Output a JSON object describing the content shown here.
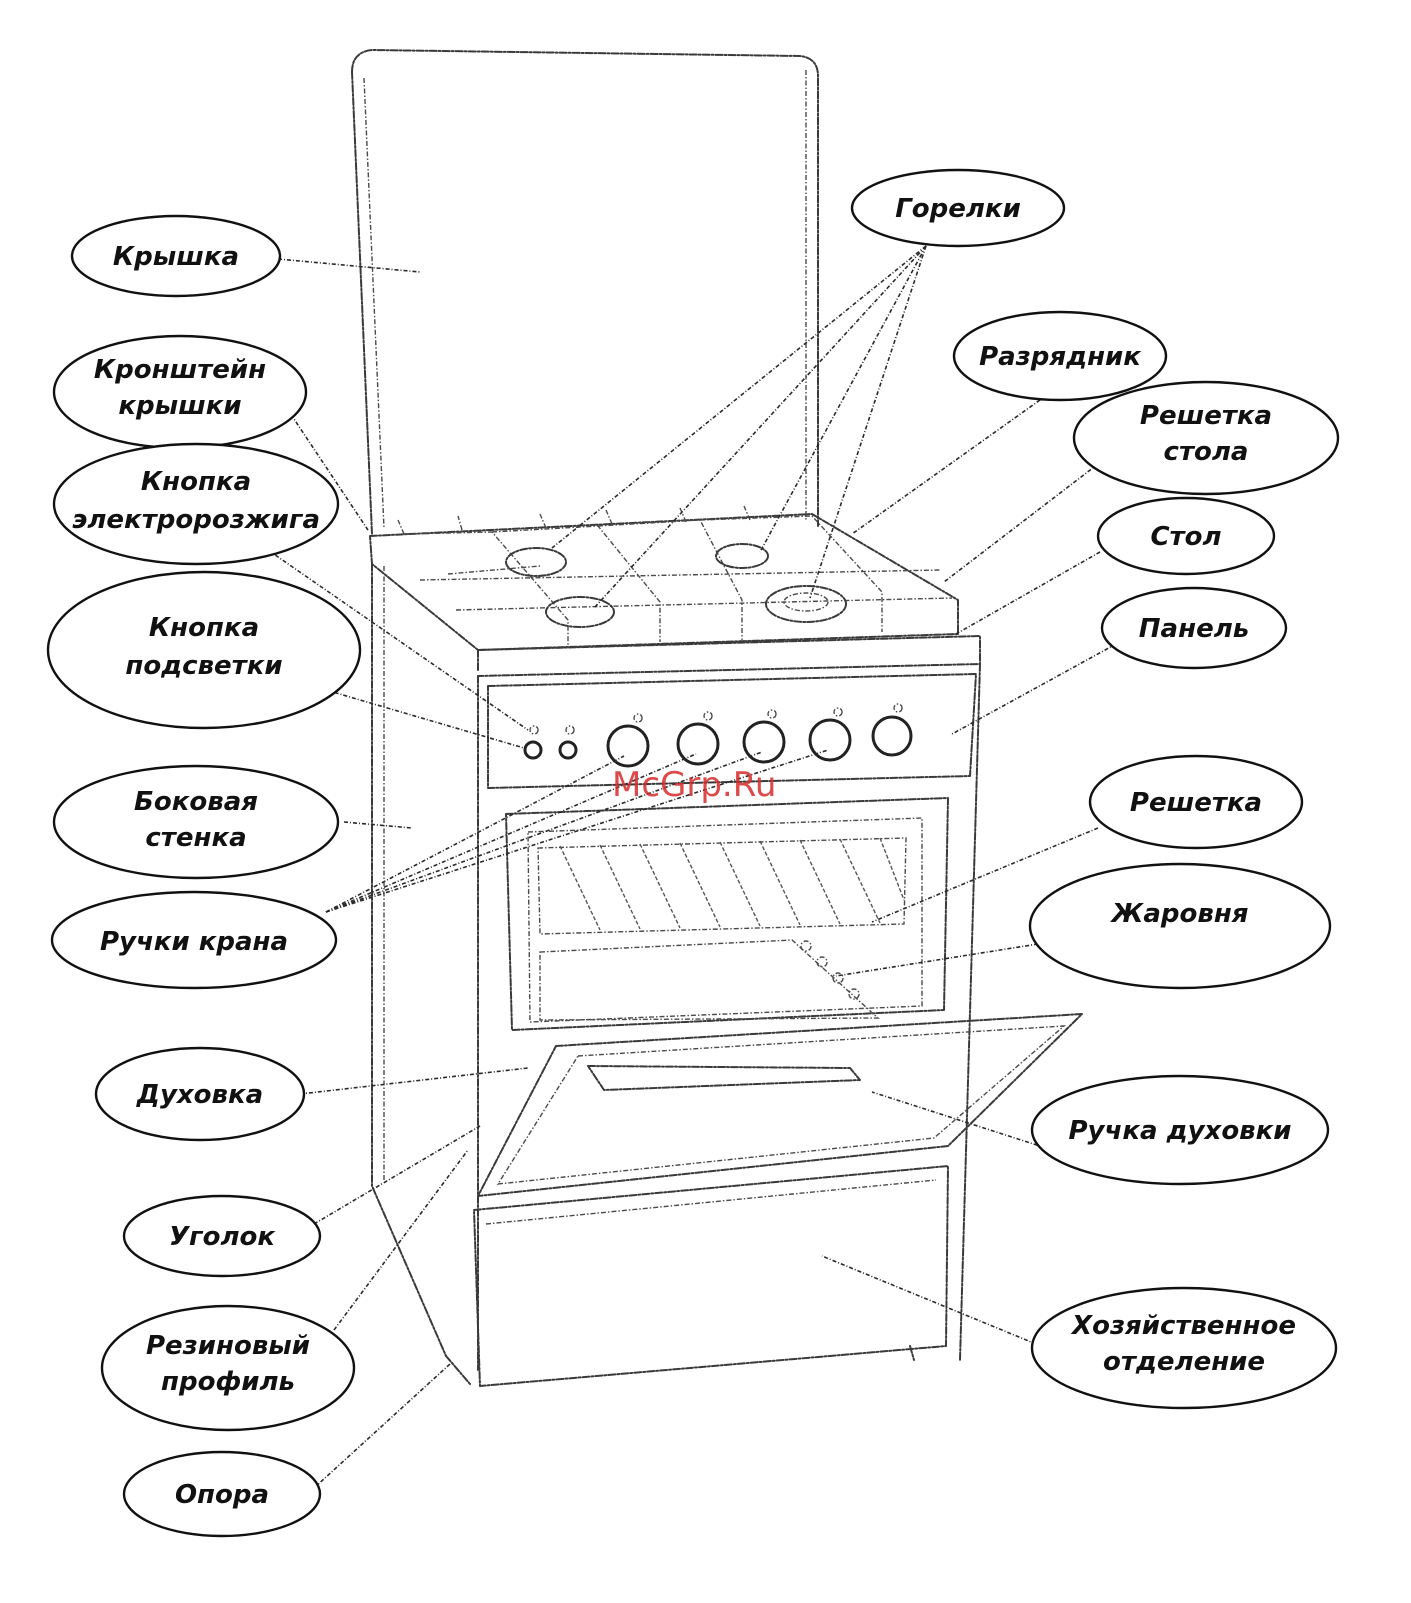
{
  "watermark": "McGrp.Ru",
  "labels": {
    "lid": [
      "Крышка"
    ],
    "lid_bracket": [
      "Кронштейн",
      "крышки"
    ],
    "ignition_button": [
      "Кнопка",
      "электророзжига"
    ],
    "light_button": [
      "Кнопка",
      "подсветки"
    ],
    "side_wall": [
      "Боковая",
      "стенка"
    ],
    "valve_knobs": [
      "Ручки крана"
    ],
    "oven": [
      "Духовка"
    ],
    "corner": [
      "Уголок"
    ],
    "rubber_profile": [
      "Резиновый",
      "профиль"
    ],
    "support": [
      "Опора"
    ],
    "burners": [
      "Горелки"
    ],
    "spark_plug": [
      "Разрядник"
    ],
    "hob_grate": [
      "Решетка",
      "стола"
    ],
    "table": [
      "Стол"
    ],
    "panel": [
      "Панель"
    ],
    "oven_rack": [
      "Решетка"
    ],
    "roasting_pan": [
      "Жаровня"
    ],
    "oven_handle": [
      "Ручка духовки"
    ],
    "storage_compartment": [
      "Хозяйственное",
      "отделение"
    ]
  }
}
